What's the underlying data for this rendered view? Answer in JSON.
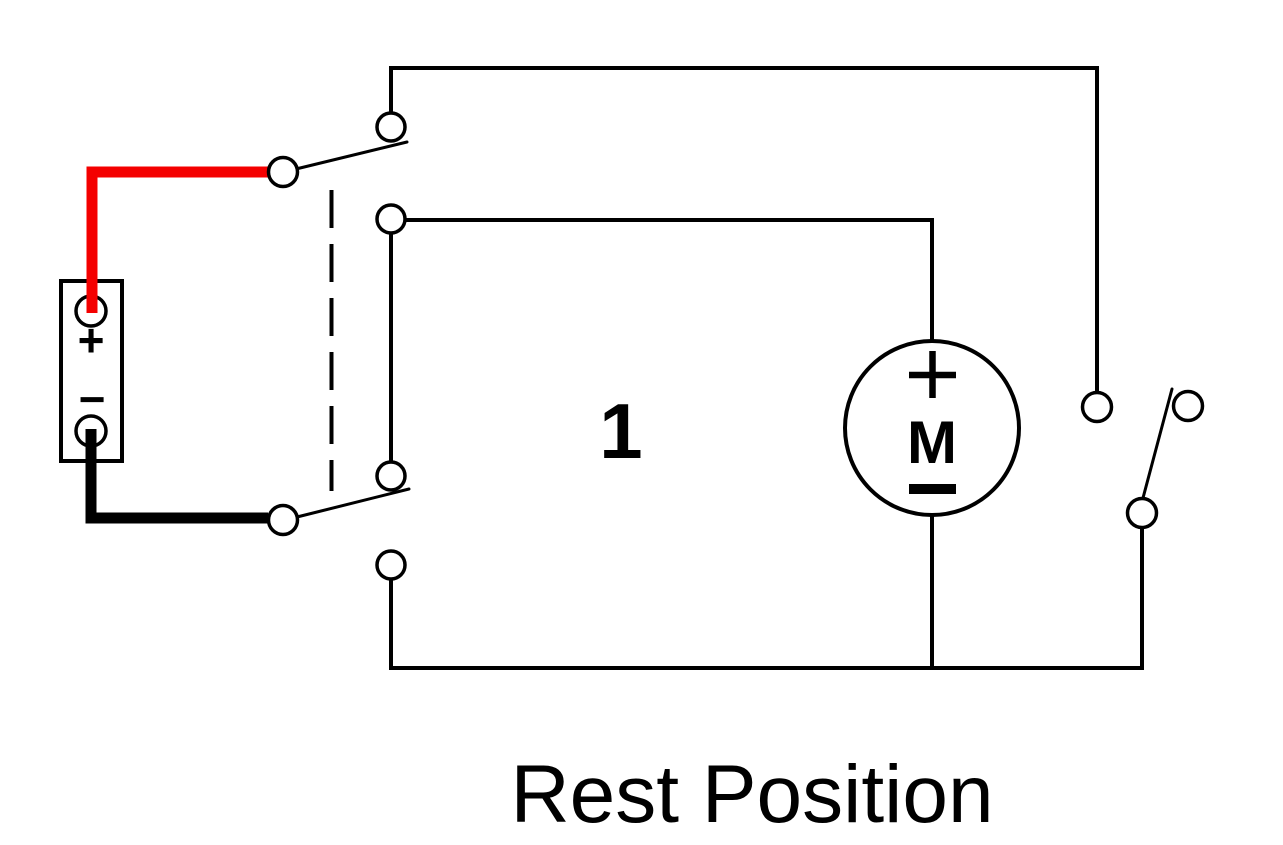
{
  "diagram": {
    "caption": "Rest Position",
    "zone_label": "1",
    "battery": {
      "positive_label": "+",
      "negative_label": "−"
    },
    "motor": {
      "label": "M",
      "positive_label": "+",
      "negative_label": "−"
    },
    "icons": {
      "battery": "battery-symbol",
      "motor": "motor-symbol",
      "dpdt_switch": "double-pole-switch-symbol",
      "pushbutton": "pushbutton-switch-symbol",
      "mechanical_link": "dashed-mechanical-link"
    },
    "colors": {
      "positive_wire": "#f40000",
      "wire": "#000000",
      "background": "#ffffff"
    }
  }
}
